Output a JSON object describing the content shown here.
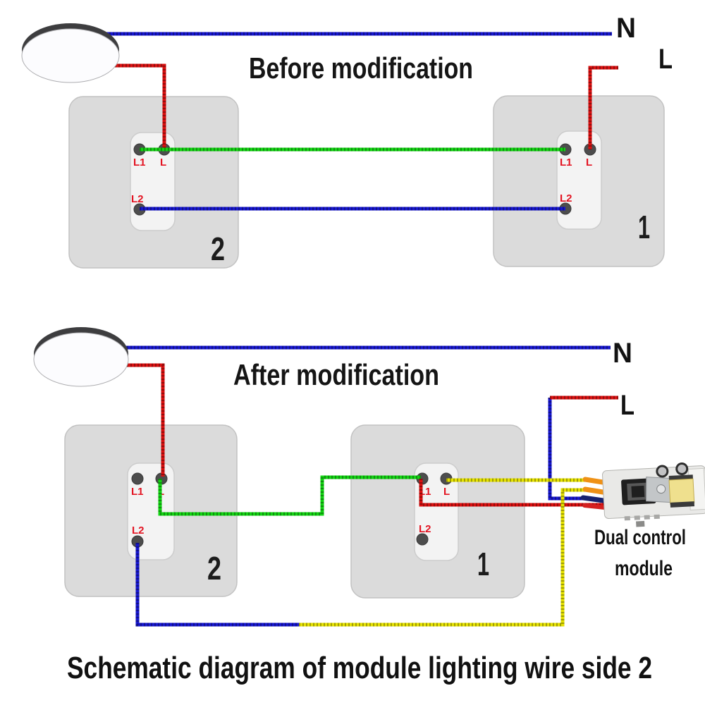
{
  "diagram": {
    "titles": {
      "before": "Before modification",
      "after": "After modification"
    },
    "caption": "Schematic diagram of module lighting wire side 2",
    "power_labels": {
      "neutral": "N",
      "live": "L"
    },
    "terminal_labels": {
      "l1": "L1",
      "l": "L",
      "l2": "L2"
    },
    "switch_numbers": {
      "left_switch": "2",
      "right_switch": "1"
    },
    "module": {
      "label_line1": "Dual control",
      "label_line2": "module"
    },
    "colors": {
      "neutral_wire": "#1616cf",
      "live_wire": "#da1010",
      "traveler_wire": "#12d412",
      "module_link_wire": "#e6e200",
      "terminal_text": "#e31422"
    }
  }
}
